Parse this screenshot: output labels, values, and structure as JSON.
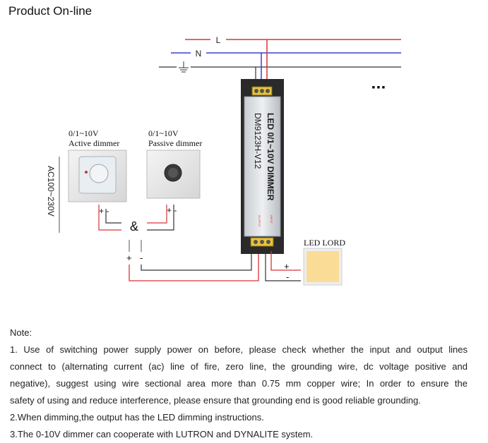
{
  "title": "Product On-line",
  "wires": {
    "live": "L",
    "neutral": "N",
    "ground_symbol": "⏚",
    "more": "▪▪▪",
    "color_live": "#d9333a",
    "color_neutral": "#3a3fd6",
    "color_ground": "#333333"
  },
  "ac_label": "AC100~230V",
  "active_dimmer": {
    "range": "0/1~10V",
    "name": "Active dimmer",
    "polarity": "+ -"
  },
  "passive_dimmer": {
    "range": "0/1~10V",
    "name": "Passive dimmer",
    "polarity": "+ -"
  },
  "ampersand": "&",
  "signal_polarity": {
    "plus": "+",
    "minus": "-"
  },
  "device": {
    "line1": "LED 0/1~10V DIMMER",
    "line2": "DM9123H-V12",
    "small_labels": [
      "INPUT",
      "OUTPUT"
    ]
  },
  "output_polarity": {
    "plus": "+",
    "minus": "-"
  },
  "led_load": {
    "label": "LED LORD",
    "color": "#fbdc96"
  },
  "notes": {
    "heading": "Note:",
    "n1_l1": "1. Use of switching power supply power on before, please check whether the input and output lines",
    "n1_l2": "connect to (alternating current (ac) line of fire, zero line, the grounding wire, dc voltage positive and",
    "n1_l3": "negative), suggest using wire sectional area more than 0.75 mm copper wire; In order to ensure the",
    "n1_l4": "safety of using and reduce interference, please ensure that grounding end is good reliable grounding.",
    "n2": "2.When dimming,the output has the LED dimming instructions.",
    "n3": "3.The 0-10V dimmer can cooperate with LUTRON and DYNALITE system."
  }
}
